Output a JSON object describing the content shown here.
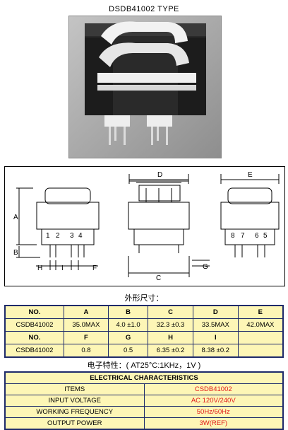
{
  "title": "DSDB41002 TYPE",
  "drawing": {
    "dim_labels": {
      "A": "A",
      "B": "B",
      "C": "C",
      "D": "D",
      "E": "E",
      "F": "F",
      "G": "G",
      "H": "H",
      "I": "I"
    },
    "pins_front": [
      "1",
      "2",
      "3",
      "4"
    ],
    "pins_side": [
      "8",
      "7",
      "6",
      "5"
    ]
  },
  "dims_caption": "外形尺寸：",
  "dims_table": {
    "row1_head": [
      "NO.",
      "A",
      "B",
      "C",
      "D",
      "E"
    ],
    "row1_vals": [
      "CSDB41002",
      "35.0MAX",
      "4.0 ±1.0",
      "32.3 ±0.3",
      "33.5MAX",
      "42.0MAX"
    ],
    "row2_head": [
      "NO.",
      "F",
      "G",
      "H",
      "I"
    ],
    "row2_vals": [
      "CSDB41002",
      "0.8",
      "0.5",
      "6.35 ±0.2",
      "8.38 ±0.2"
    ]
  },
  "ec_caption": "电子特性：( AT25°C:1KHz，1V )",
  "ec_table": {
    "title": "ELECTRICAL CHARACTERISTICS",
    "rows": [
      {
        "label": "ITEMS",
        "value": "CSDB41002"
      },
      {
        "label": "INPUT VOLTAGE",
        "value": "AC  120V/240V"
      },
      {
        "label": "WORKING  FREQUENCY",
        "value": "50Hz/60Hz"
      },
      {
        "label": "OUTPUT POWER",
        "value": "3W(REF)"
      }
    ]
  },
  "colors": {
    "table_bg": "#fdf6b6",
    "table_border": "#1e2a6a",
    "value_red": "#e01818"
  }
}
